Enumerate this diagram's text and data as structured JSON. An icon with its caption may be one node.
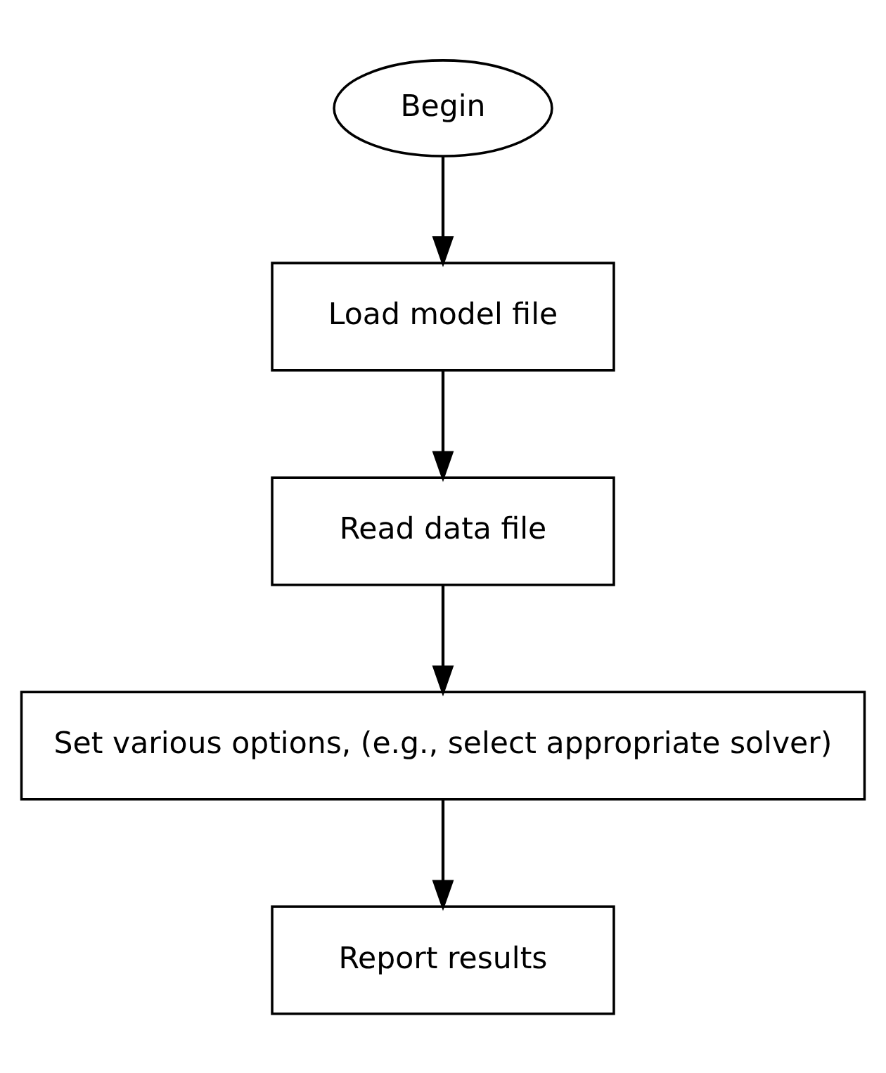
{
  "diagram": {
    "nodes": [
      {
        "text": [
          "Begin"
        ]
      },
      {
        "text": [
          "Load model file"
        ]
      },
      {
        "text": [
          "Read data file"
        ]
      },
      {
        "text": [
          "Set various options, (e.g., select appropriate solver)"
        ]
      },
      {
        "text": [
          "Report results"
        ]
      }
    ],
    "edges": [
      {
        "from": 0,
        "to": 1,
        "arrow": "to"
      },
      {
        "from": 1,
        "to": 2,
        "arrow": "to"
      },
      {
        "from": 2,
        "to": 3,
        "arrow": "to"
      },
      {
        "from": 3,
        "to": 4,
        "arrow": "to"
      }
    ]
  }
}
